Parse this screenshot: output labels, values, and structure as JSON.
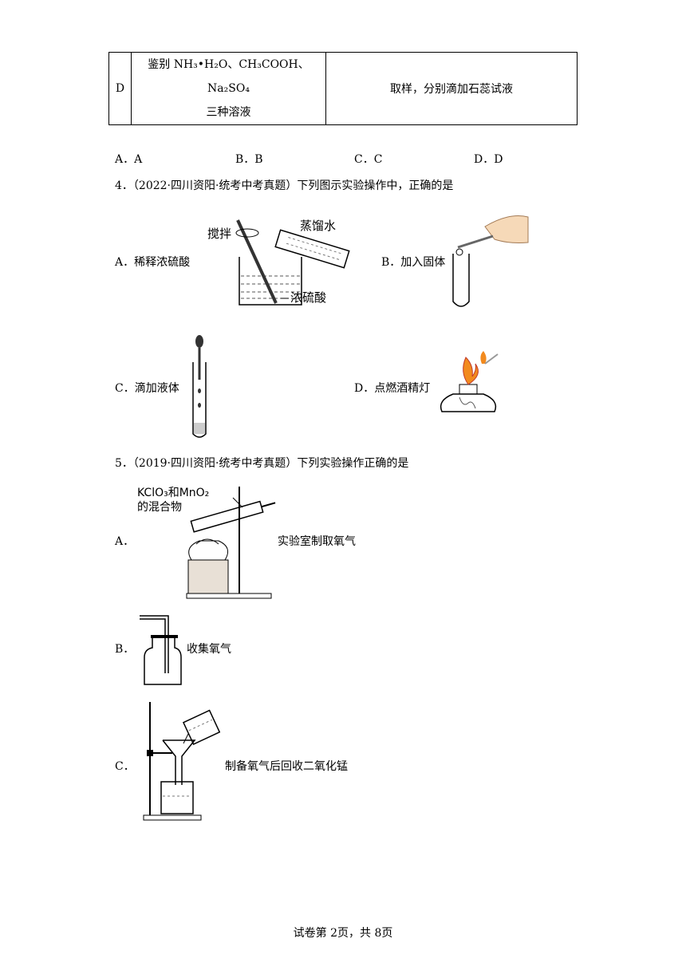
{
  "table": {
    "row_label": "D",
    "task_line1": "鉴别 NH₃•H₂O、CH₃COOH、Na₂SO₄",
    "task_line2": "三种溶液",
    "method": "取样，分别滴加石蕊试液"
  },
  "q3": {
    "options": [
      "A．A",
      "B．B",
      "C．C",
      "D．D"
    ]
  },
  "q4": {
    "stem": "4．（2022·四川资阳·统考中考真题）下列图示实验操作中，正确的是",
    "optA": "A．稀释浓硫酸",
    "optB": "B．加入固体",
    "optC": "C．滴加液体",
    "optD": "D．点燃酒精灯",
    "figA_stir": "搅拌",
    "figA_water": "蒸馏水",
    "figA_acid": "浓硫酸"
  },
  "q5": {
    "stem": "5．（2019·四川资阳·统考中考真题）下列实验操作正确的是",
    "optA_letter": "A．",
    "optA_text": "实验室制取氧气",
    "figA_label1": "KClO₃和MnO₂",
    "figA_label2": "的混合物",
    "optB_letter": "B．",
    "optB_text": "收集氧气",
    "optC_letter": "C．",
    "optC_text": "制备氧气后回收二氧化锰"
  },
  "footer": "试卷第 2页，共 8页"
}
